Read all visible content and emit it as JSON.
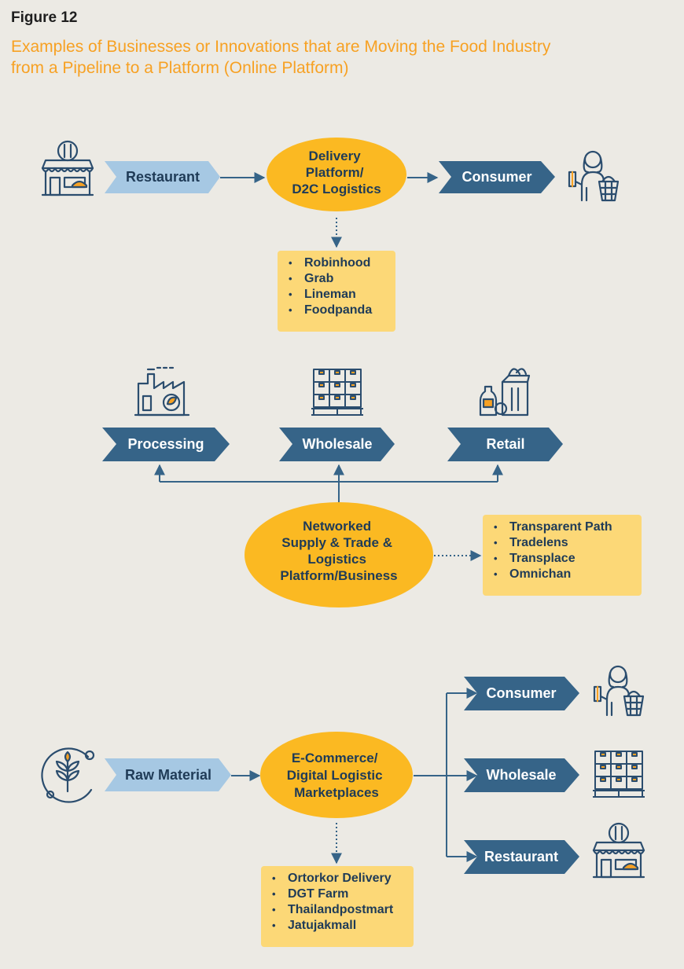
{
  "figure": {
    "label": "Figure 12",
    "title_lines": [
      "Examples of Businesses or Innovations that are Moving the Food Industry",
      "from a Pipeline to a Platform (Online Platform)"
    ]
  },
  "colors": {
    "background": "#eceae4",
    "title_orange": "#f7a123",
    "dark_blue": "#366488",
    "light_blue": "#a6c8e3",
    "yellow_ellipse": "#fbb922",
    "list_yellow": "#fcd877",
    "navy_text": "#1f3b57"
  },
  "section1": {
    "source_chevron": "Restaurant",
    "platform_lines": [
      "Delivery",
      "Platform/",
      "D2C Logistics"
    ],
    "target_chevron": "Consumer",
    "examples": [
      "Robinhood",
      "Grab",
      "Lineman",
      "Foodpanda"
    ],
    "icons": [
      "restaurant-icon",
      "consumer-shopping-icon"
    ]
  },
  "section2": {
    "chevrons": [
      "Processing",
      "Wholesale",
      "Retail"
    ],
    "platform_lines": [
      "Networked",
      "Supply & Trade &",
      "Logistics",
      "Platform/Business"
    ],
    "examples": [
      "Transparent Path",
      "Tradelens",
      "Transplace",
      "Omnichan"
    ],
    "icons": [
      "factory-icon",
      "pallet-boxes-icon",
      "grocery-bag-icon"
    ]
  },
  "section3": {
    "source_chevron": "Raw Material",
    "platform_lines": [
      "E-Commerce/",
      "Digital Logistic",
      "Marketplaces"
    ],
    "targets": [
      "Consumer",
      "Wholesale",
      "Restaurant"
    ],
    "examples": [
      "Ortorkor Delivery",
      "DGT Farm",
      "Thailandpostmart",
      "Jatujakmall"
    ],
    "icons": [
      "grain-icon",
      "consumer-shopping-icon",
      "pallet-boxes-icon",
      "restaurant-icon"
    ]
  }
}
